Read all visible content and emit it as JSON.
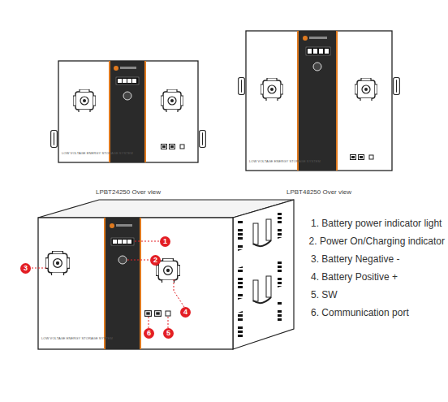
{
  "diagram": {
    "labels": [
      "LPBT24250 Over view",
      "LPBT48250 Over view",
      "1",
      "2",
      "3",
      "4",
      "5",
      "6",
      "1. Battery power indicator light",
      "2. Power On/Charging indicator",
      "3. Battery Negative -",
      "4. Battery Positive +",
      "5. SW",
      "6. Communication port",
      "LOW VOLTAGE ENERGY STORAGE SYSTEM",
      "LOW VOLTAGE ENERGY STORAGE SYSTEM",
      "LOW VOLTAGE ENERGY STORAGE SYSTEM"
    ]
  }
}
